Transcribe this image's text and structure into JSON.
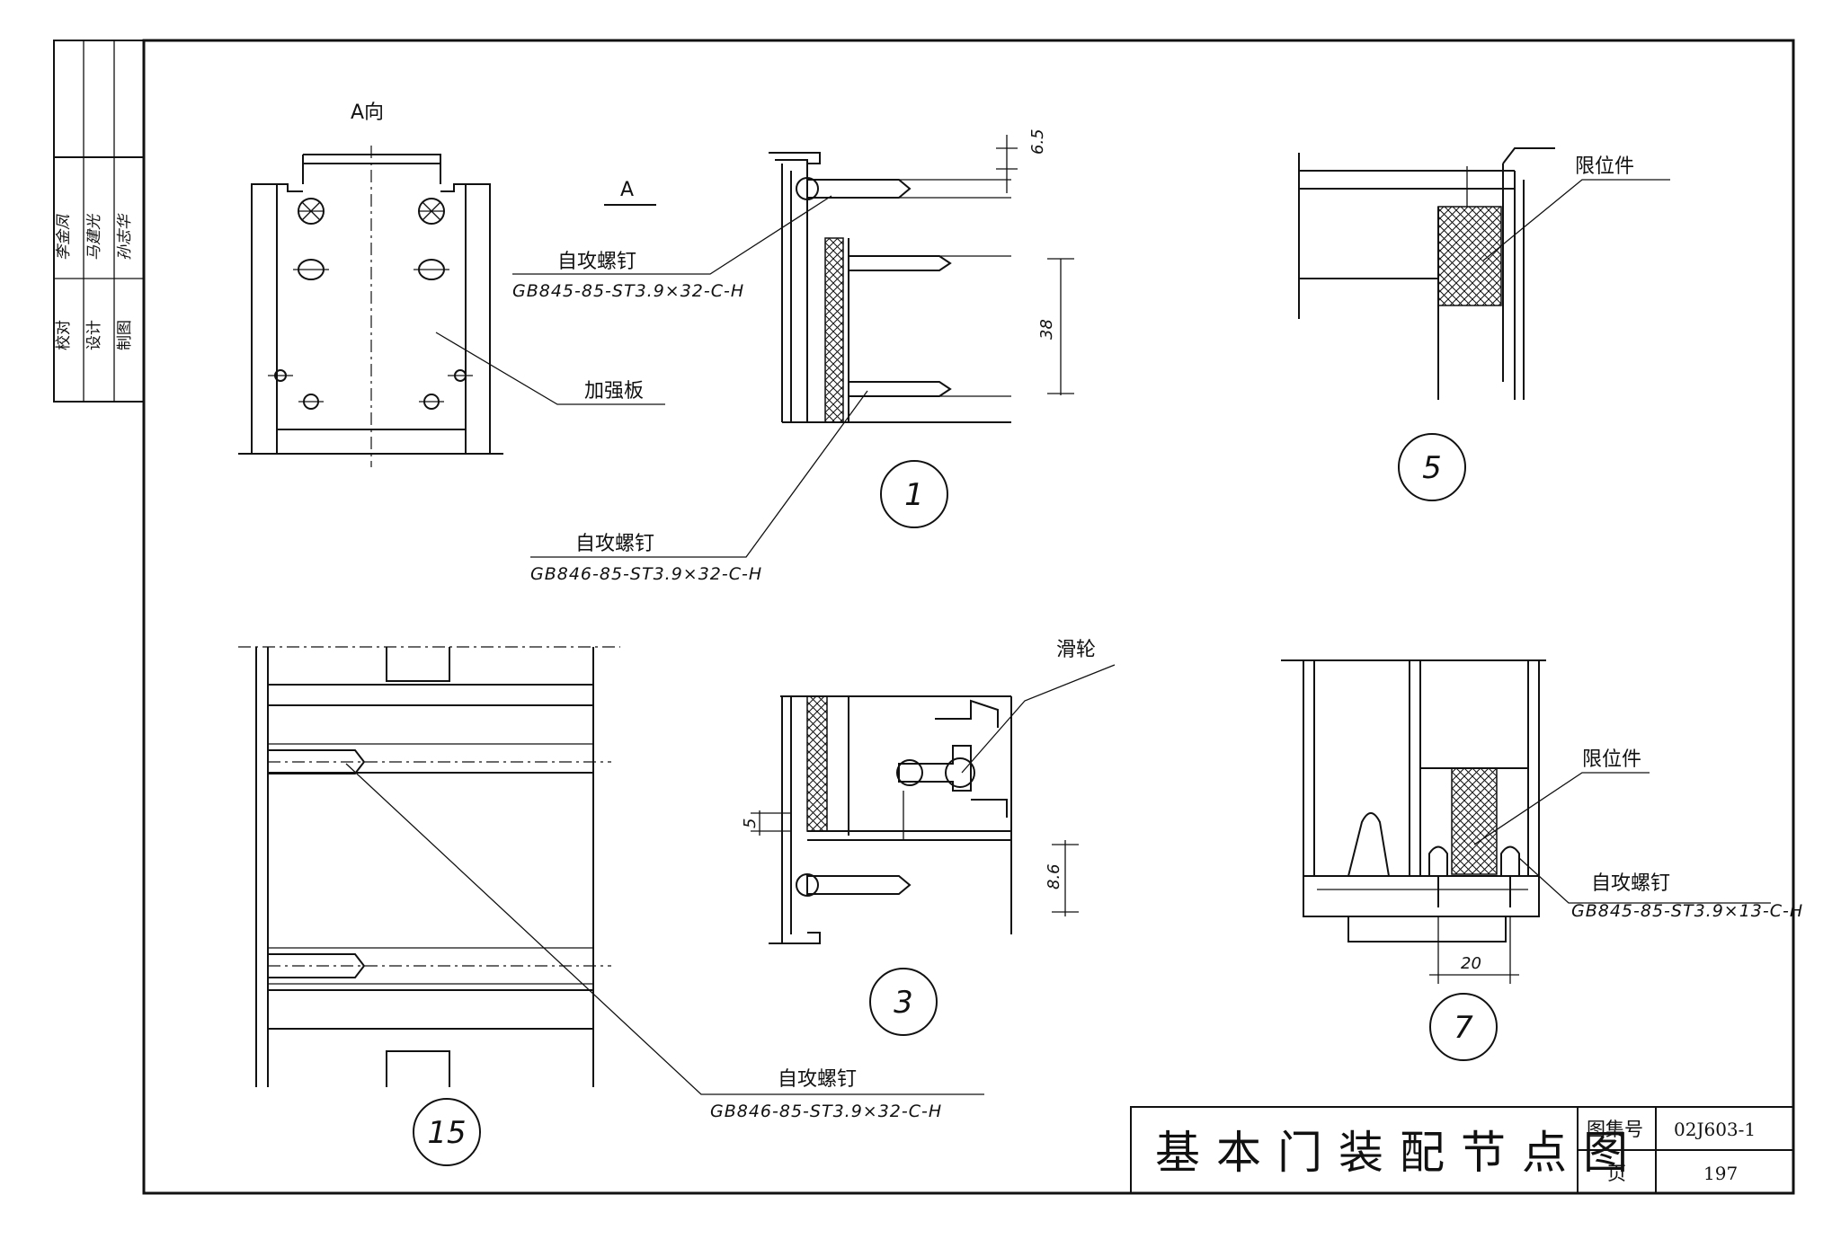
{
  "view_label": "A向",
  "section_marker": "A",
  "labels": {
    "stiffener": "加强板",
    "limiter_5": "限位件",
    "pulley": "滑轮",
    "limiter_7": "限位件"
  },
  "screw_callouts": [
    {
      "name": "自攻螺钉",
      "spec": "GB845-85-ST3.9×32-C-H"
    },
    {
      "name": "自攻螺钉",
      "spec": "GB846-85-ST3.9×32-C-H"
    },
    {
      "name": "自攻螺钉",
      "spec": "GB845-85-ST3.9×13-C-H"
    },
    {
      "name": "自攻螺钉",
      "spec": "GB846-85-ST3.9×32-C-H"
    }
  ],
  "dimensions": {
    "d1_top": "6.5",
    "d1_main": "38",
    "d3_top": "5",
    "d3_main": "8.6",
    "d7_width": "20"
  },
  "detail_numbers": [
    "1",
    "5",
    "3",
    "7",
    "15"
  ],
  "title_block": {
    "title": "基本门装配节点图",
    "atlas_label": "图集号",
    "atlas_value": "02J603-1",
    "page_label": "页",
    "page_value": "197"
  },
  "side_strip": {
    "roles": [
      "校对",
      "设计",
      "制图"
    ],
    "signatures": [
      "李金凤",
      "马建光",
      "孙志华"
    ]
  }
}
